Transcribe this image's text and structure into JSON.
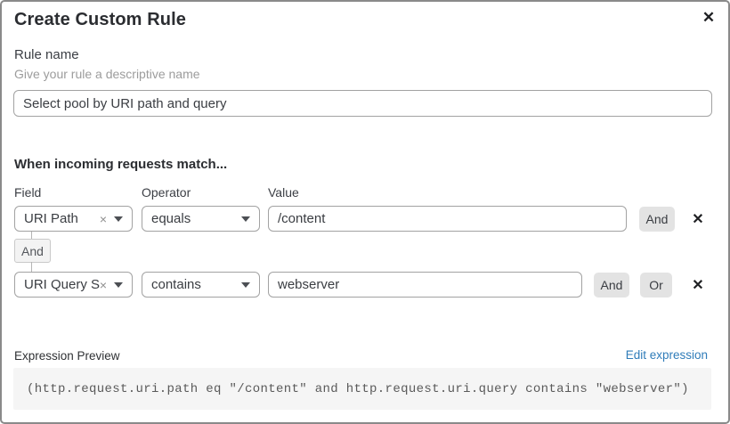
{
  "dialog": {
    "title": "Create Custom Rule",
    "close_icon": "✕"
  },
  "rule_name": {
    "label": "Rule name",
    "hint": "Give your rule a descriptive name",
    "value": "Select pool by URI path and query"
  },
  "matcher": {
    "heading": "When incoming requests match...",
    "columns": {
      "field": "Field",
      "operator": "Operator",
      "value": "Value"
    },
    "rows": [
      {
        "field": "URI Path",
        "operator": "equals",
        "value": "/content",
        "and_label": "And",
        "delete_icon": "✕",
        "clear_icon": "×"
      },
      {
        "field": "URI Query St...",
        "operator": "contains",
        "value": "webserver",
        "and_label": "And",
        "or_label": "Or",
        "delete_icon": "✕",
        "clear_icon": "×"
      }
    ],
    "connector_label": "And"
  },
  "expression": {
    "label": "Expression Preview",
    "edit_link": "Edit expression",
    "code": "(http.request.uri.path eq \"/content\" and http.request.uri.query contains \"webserver\")"
  },
  "colors": {
    "link_blue": "#2f7cb9",
    "chip_button_bg": "#e3e3e3",
    "code_bg": "#f5f5f5",
    "dialog_border": "#8a8a8a"
  }
}
